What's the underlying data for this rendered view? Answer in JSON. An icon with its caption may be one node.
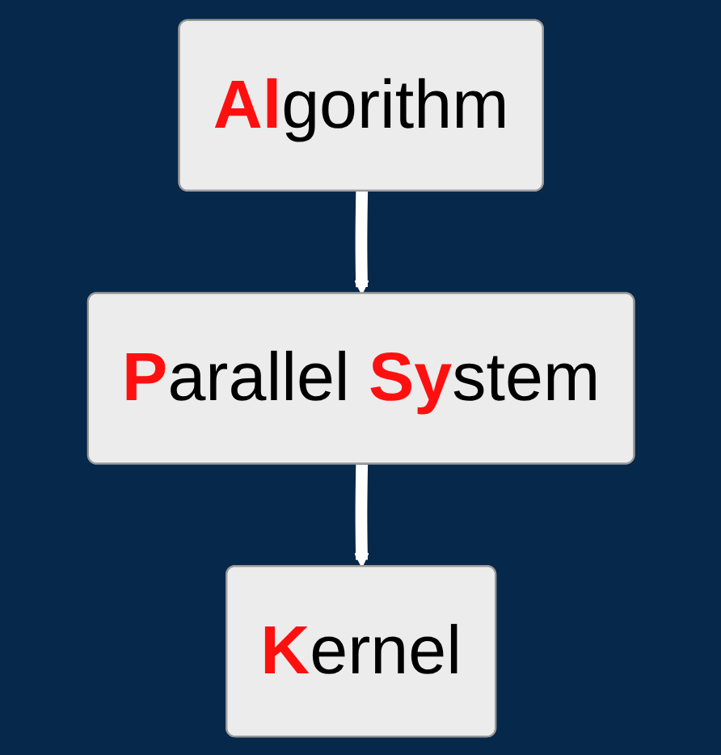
{
  "diagram": {
    "nodes": [
      {
        "text": [
          "**Al**gorithm"
        ]
      },
      {
        "text": [
          "**P**arallel **Sy**stem"
        ]
      },
      {
        "text": [
          "**K**ernel"
        ]
      }
    ],
    "edges": [
      {
        "from": 0,
        "to": 1,
        "arrow": "to"
      },
      {
        "from": 1,
        "to": 2,
        "arrow": "to"
      }
    ]
  }
}
